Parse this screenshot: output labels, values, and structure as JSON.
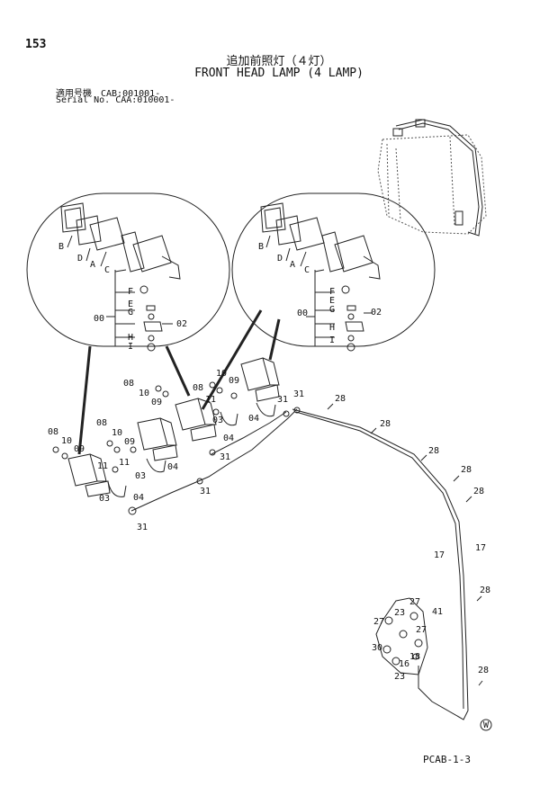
{
  "header": {
    "page_number": "153",
    "title_jp": "追加前照灯（４灯）",
    "title_en": "FRONT HEAD LAMP (4 LAMP)",
    "serial_jp": "適用号機　CAB:001001-",
    "serial_en": "Serial No. CAA:010001-"
  },
  "callouts": {
    "c00": "00",
    "c02": "02",
    "c03": "03",
    "c04": "04",
    "c08": "08",
    "c09": "09",
    "c10": "10",
    "c11": "11",
    "c16": "16",
    "c17": "17",
    "c18": "18",
    "c23": "23",
    "c27": "27",
    "c28": "28",
    "c30": "30",
    "c31": "31",
    "c41": "41",
    "A": "A",
    "B": "B",
    "C": "C",
    "D": "D",
    "E": "E",
    "F": "F",
    "G": "G",
    "H": "H",
    "I": "I",
    "W": "W"
  },
  "footer": {
    "code": "PCAB-1-3"
  }
}
